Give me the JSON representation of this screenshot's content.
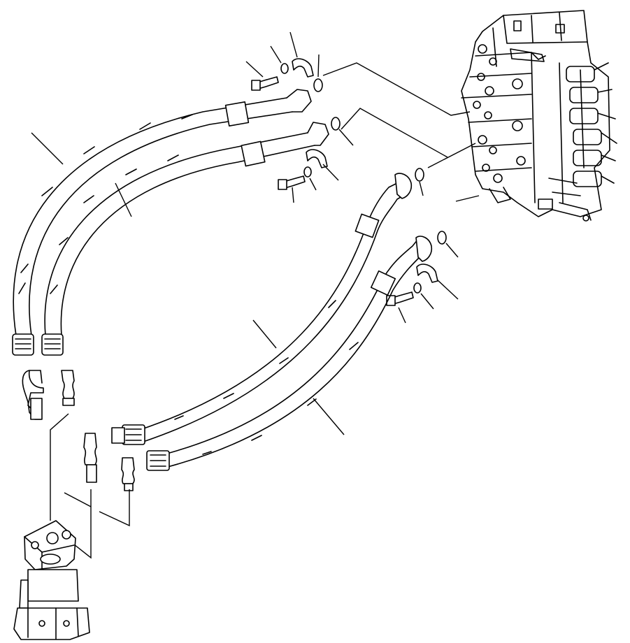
{
  "diagram": {
    "kind": "exploded parts illustration",
    "components": [
      {
        "name": "control-valve",
        "icon": "valve-block-icon"
      },
      {
        "name": "swivel-joint",
        "icon": "swivel-joint-icon"
      },
      {
        "name": "hose-upper-outer",
        "icon": "hose-icon"
      },
      {
        "name": "hose-upper-inner",
        "icon": "hose-icon"
      },
      {
        "name": "hose-lower-upper",
        "icon": "hose-icon"
      },
      {
        "name": "hose-lower-lower",
        "icon": "hose-icon"
      },
      {
        "name": "split-flange",
        "icon": "flange-clamp-icon"
      },
      {
        "name": "o-ring",
        "icon": "o-ring-icon"
      },
      {
        "name": "bolt",
        "icon": "bolt-icon"
      },
      {
        "name": "washer",
        "icon": "washer-icon"
      },
      {
        "name": "elbow-fitting",
        "icon": "fitting-icon"
      },
      {
        "name": "straight-fitting",
        "icon": "fitting-icon"
      }
    ],
    "colors": {
      "ink": "#000000",
      "paper": "#ffffff"
    }
  }
}
